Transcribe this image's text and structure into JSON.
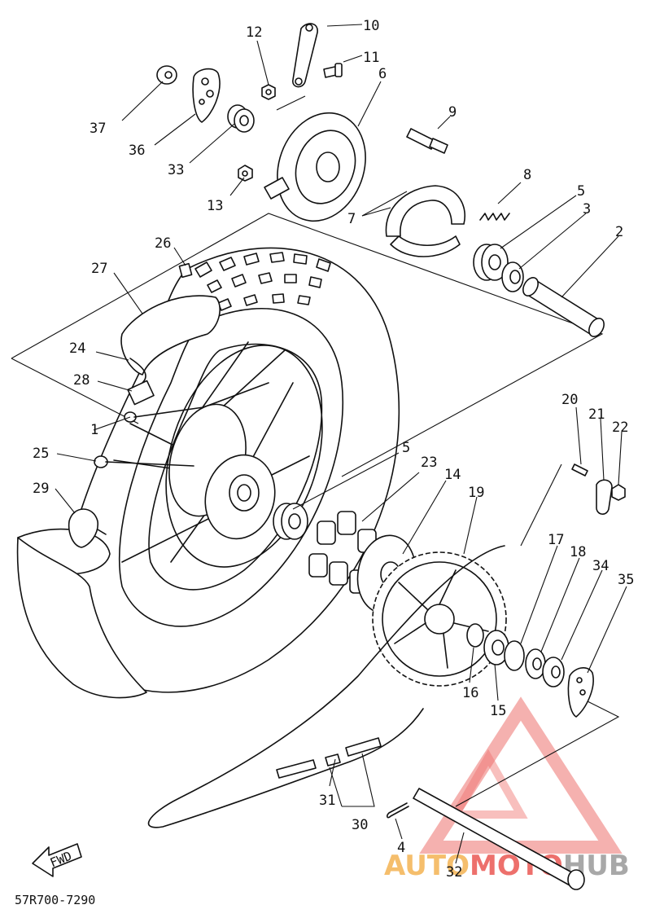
{
  "diagram_code": "57R700-7290",
  "fwd_label": "FWD",
  "watermark": {
    "part1": "AUTO",
    "part2": "MOTO",
    "part3": "HUB",
    "color_red": "#e8413c",
    "color_orange": "#f2a93b",
    "color_gray": "#8c8c8c"
  },
  "callouts": [
    "1",
    "2",
    "3",
    "4",
    "5",
    "5",
    "6",
    "7",
    "8",
    "9",
    "10",
    "11",
    "12",
    "13",
    "14",
    "15",
    "16",
    "17",
    "18",
    "19",
    "20",
    "21",
    "22",
    "23",
    "24",
    "25",
    "26",
    "27",
    "28",
    "29",
    "30",
    "31",
    "32",
    "33",
    "34",
    "35",
    "36",
    "37"
  ]
}
